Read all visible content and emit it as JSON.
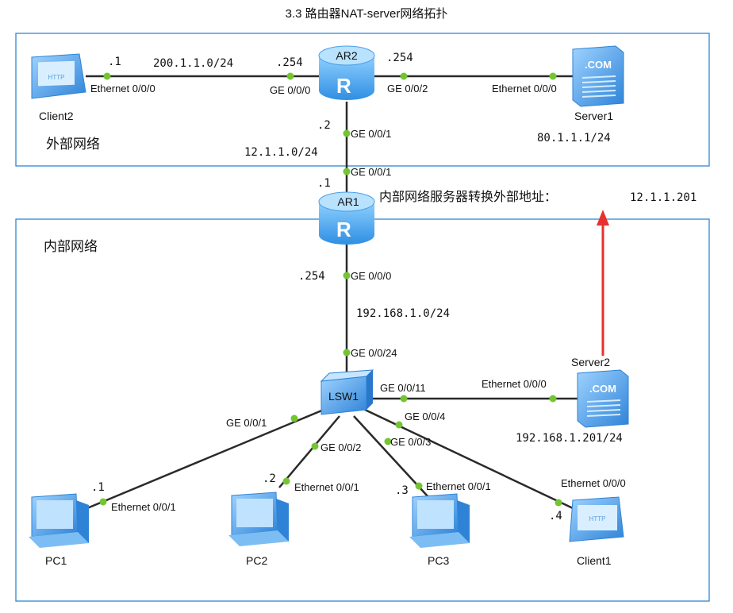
{
  "title": "3.3 路由器NAT-server网络拓扑",
  "zones": {
    "external_label": "外部网络",
    "internal_label": "内部网络"
  },
  "nat_note": "内部网络服务器转换外部地址：",
  "nat_ip": "12.1.1.201",
  "devices": {
    "ar2": "AR2",
    "ar1": "AR1",
    "lsw1": "LSW1",
    "client2": "Client2",
    "server1": "Server1",
    "server2": "Server2",
    "pc1": "PC1",
    "pc2": "PC2",
    "pc3": "PC3",
    "client1": "Client1"
  },
  "icon_text": {
    "http": "HTTP",
    "com": ".COM"
  },
  "networks": {
    "client2_ar2": "200.1.1.0/24",
    "ar2_ar1": "12.1.1.0/24",
    "ar1_lsw": "192.168.1.0/24",
    "server1_ip": "80.1.1.1/24",
    "server2_ip": "192.168.1.201/24"
  },
  "hosts": {
    "client2": ".1",
    "ar2_west": ".254",
    "ar2_east": ".254",
    "ar2_south": ".2",
    "ar1_north": ".1",
    "ar1_south": ".254",
    "pc1": ".1",
    "pc2": ".2",
    "pc3": ".3",
    "client1": ".4"
  },
  "ports": {
    "client2_eth": "Ethernet 0/0/0",
    "ar2_ge000": "GE 0/0/0",
    "ar2_ge002": "GE 0/0/2",
    "server1_eth": "Ethernet 0/0/0",
    "ar2_ge001": "GE 0/0/1",
    "ar1_ge001": "GE 0/0/1",
    "ar1_ge000": "GE 0/0/0",
    "lsw_ge024": "GE 0/0/24",
    "lsw_ge011": "GE 0/0/11",
    "server2_eth": "Ethernet 0/0/0",
    "lsw_ge004": "GE 0/0/4",
    "lsw_ge001": "GE 0/0/1",
    "lsw_ge002": "GE 0/0/2",
    "lsw_ge003": "GE 0/0/3",
    "pc1_eth": "Ethernet 0/0/1",
    "pc2_eth": "Ethernet 0/0/1",
    "pc3_eth": "Ethernet 0/0/1",
    "client1_eth": "Ethernet 0/0/0"
  },
  "colors": {
    "zone_border": "#2f86d6",
    "link": "#2a2a2a",
    "port_dot": "#74c531",
    "arrow": "#e8302e",
    "device": "#3f8ee0"
  },
  "icons": {
    "router": "router-icon",
    "switch": "switch-icon",
    "server": "server-icon",
    "pc": "pc-icon",
    "client": "client-icon"
  }
}
